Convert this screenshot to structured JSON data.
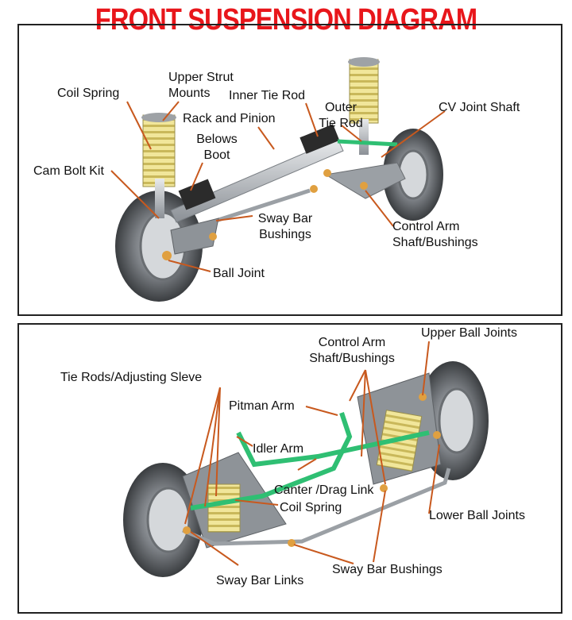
{
  "title": "FRONT SUSPENSION DIAGRAM",
  "colors": {
    "title": "#e8161b",
    "leader": "#c8591e",
    "tie_rod": "#2fbf73",
    "spring": "#f1e69a",
    "frame": "#222222"
  },
  "top_diagram": {
    "labels": {
      "coil_spring": "Coil Spring",
      "upper_strut_mounts": [
        "Upper Strut",
        "Mounts"
      ],
      "inner_tie_rod": "Inner Tie Rod",
      "outer_tie_rod": [
        "Outer",
        "Tie Rod"
      ],
      "cv_joint_shaft": "CV Joint Shaft",
      "rack_and_pinion": "Rack and Pinion",
      "belows_boot": [
        "Belows",
        "Boot"
      ],
      "cam_bolt_kit": "Cam Bolt Kit",
      "sway_bar_bushings": [
        "Sway Bar",
        "Bushings"
      ],
      "control_arm": [
        "Control Arm",
        "Shaft/Bushings"
      ],
      "ball_joint": "Ball Joint"
    }
  },
  "bottom_diagram": {
    "labels": {
      "control_arm": [
        "Control Arm",
        "Shaft/Bushings"
      ],
      "upper_ball_joints": "Upper Ball Joints",
      "tie_rods": "Tie Rods/Adjusting Sleve",
      "pitman_arm": "Pitman Arm",
      "idler_arm": "Idler Arm",
      "canter_drag_link": "Canter /Drag Link",
      "coil_spring": "Coil Spring",
      "lower_ball_joints": "Lower Ball Joints",
      "sway_bar_bushings": "Sway Bar Bushings",
      "sway_bar_links": "Sway Bar Links"
    }
  }
}
